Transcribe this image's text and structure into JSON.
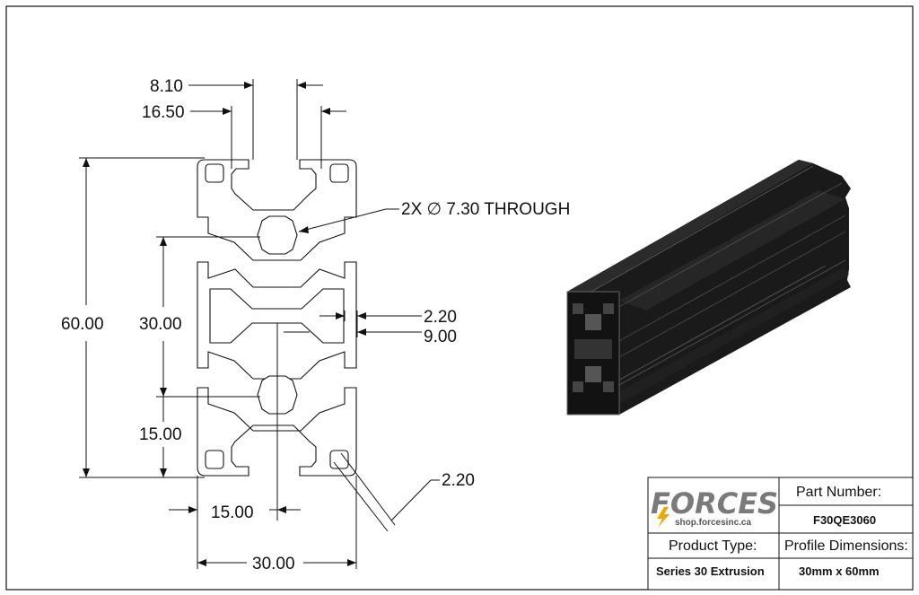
{
  "dimensions": {
    "d1": "8.10",
    "d2": "16.50",
    "d3": "60.00",
    "d4": "30.00",
    "d5": "15.00",
    "d6": "15.00",
    "d7": "30.00",
    "d8": "2.20",
    "d9": "9.00",
    "d10": "2.20"
  },
  "callout": "2X ∅ 7.30 THROUGH",
  "title_block": {
    "logo_text": "FORCES",
    "logo_url": "shop.forcesinc.ca",
    "part_number_label": "Part Number:",
    "part_number_value": "F30QE3060",
    "product_type_label": "Product Type:",
    "product_type_value": "Series 30 Extrusion",
    "profile_dims_label": "Profile Dimensions:",
    "profile_dims_value": "30mm x 60mm"
  },
  "colors": {
    "logo_gray": "#7a7a7a",
    "logo_accent": "#f0a800",
    "extrusion": "#1a1a1a"
  }
}
